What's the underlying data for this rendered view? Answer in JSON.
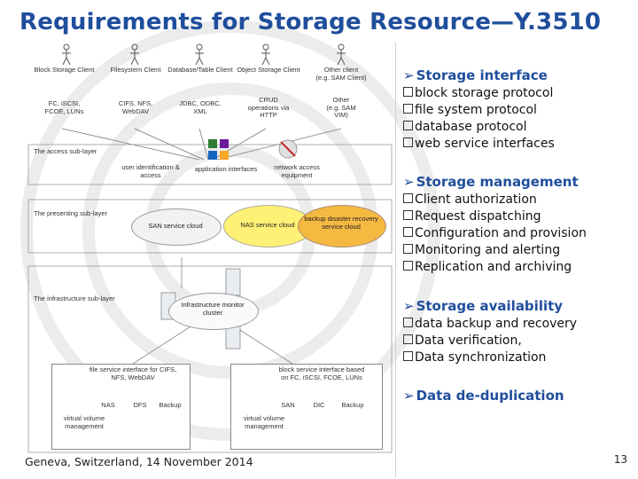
{
  "slide": {
    "title": "Requirements for Storage Resource—Y.3510",
    "footer": "Geneva, Switzerland, 14 November 2014",
    "page_number": "13"
  },
  "sections": [
    {
      "title": "Storage interface",
      "items": [
        "block storage protocol",
        "file system protocol",
        "database protocol",
        "web service interfaces"
      ]
    },
    {
      "title": "Storage management",
      "items": [
        "Client authorization",
        "Request dispatching",
        "Configuration and provision",
        "Monitoring and alerting",
        "Replication and archiving"
      ]
    },
    {
      "title": "Storage availability",
      "items": [
        "data backup and recovery",
        "Data verification,",
        "Data synchronization"
      ]
    },
    {
      "title": "Data de-duplication",
      "items": []
    }
  ],
  "diagram": {
    "clients": [
      {
        "name": "Block Storage Client",
        "protocols": "FC, iSCSI,\nFCOE, LUNs"
      },
      {
        "name": "Filesystem Client",
        "protocols": "CIFS, NFS,\nWebDAV"
      },
      {
        "name": "Database/Table Client",
        "protocols": "JDBC, ODBC,\nXML"
      },
      {
        "name": "Object Storage Client",
        "protocols": "CRUD\noperations via\nHTTP"
      },
      {
        "name": "Other client\n(e.g. SAM Client)",
        "protocols": "Other\n(e.g. SAM\nVIM)"
      }
    ],
    "access_layer": "The access sub-layer",
    "access_items": [
      "user identification &\naccess",
      "application interfaces",
      "network access\nequipment"
    ],
    "presenting_layer": "The presenting sub-layer",
    "clouds": [
      "SAN service cloud",
      "NAS service cloud",
      "backup disaster recovery\nservice cloud"
    ],
    "infrastructure_layer": "The infrastructure sub-layer",
    "infra_cluster": "Infrastructure monitor\ncluster",
    "file_service": "file service interface for CIFS,\nNFS, WebDAV",
    "block_service": "block service interface based\non FC, iSCSI, FCOE, LUNs",
    "left_disks": [
      "NAS",
      "DFS",
      "Backup"
    ],
    "right_disks": [
      "SAN",
      "DIC",
      "Backup"
    ],
    "vm_label_left": "virtual volume\nmanagement",
    "vm_label_right": "virtual volume\nmanagement"
  }
}
